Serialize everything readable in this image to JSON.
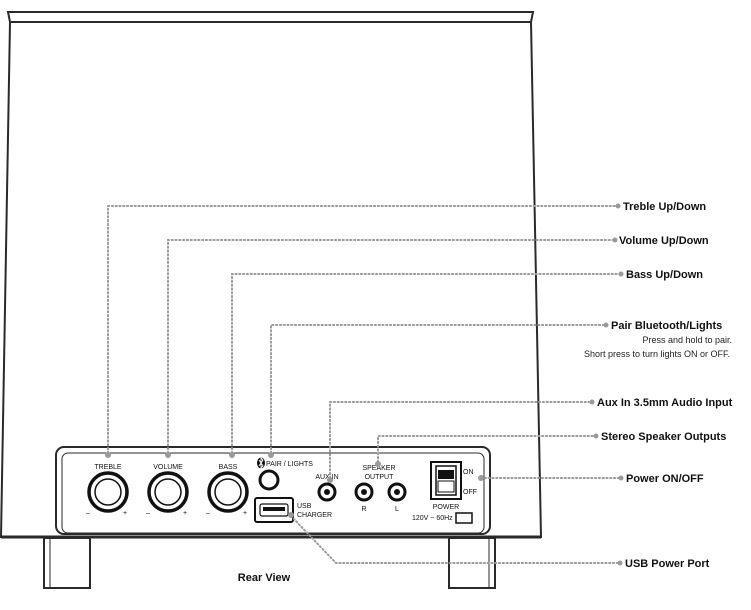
{
  "caption": "Rear View",
  "panel_labels": {
    "treble": "TREBLE",
    "volume": "VOLUME",
    "bass": "BASS",
    "pair_lights": "PAIR / LIGHTS",
    "bluetooth_symbol": "bluetooth-icon",
    "aux_in": "AUX IN",
    "speaker": "SPEAKER",
    "output": "OUTPUT",
    "r": "R",
    "l": "L",
    "on": "ON",
    "off": "OFF",
    "power": "POWER",
    "voltage": "120V ~ 60Hz",
    "usb": "USB",
    "charger": "CHARGER",
    "minus": "–",
    "plus": "+"
  },
  "callouts": {
    "treble": "Treble Up/Down",
    "volume": "Volume Up/Down",
    "bass": "Bass Up/Down",
    "pair": "Pair Bluetooth/Lights",
    "pair_line1": "Press and hold to pair.",
    "pair_line2": "Short press to turn lights ON or OFF.",
    "aux": "Aux In 3.5mm Audio Input",
    "stereo": "Stereo Speaker Outputs",
    "power": "Power ON/OFF",
    "usb": "USB Power Port"
  },
  "colors": {
    "outline": "#2a2a2a",
    "leader": "#9a9a9a",
    "text": "#111111"
  }
}
